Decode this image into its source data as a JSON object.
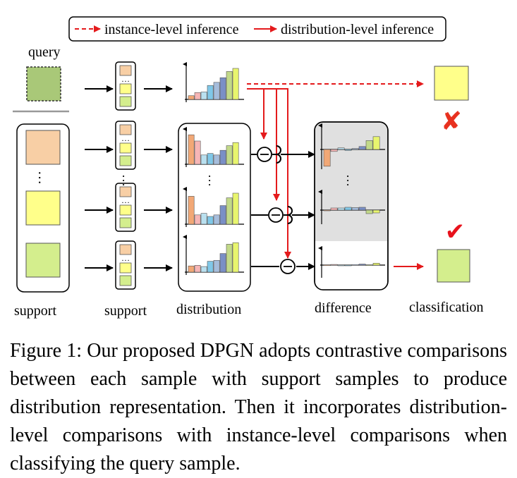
{
  "legend": {
    "instance": "instance-level inference",
    "distribution": "distribution-level inference"
  },
  "labels": {
    "query": "query",
    "support_left": "support",
    "support_mid": "support",
    "distribution": "distribution",
    "difference": "difference",
    "classification": "classification"
  },
  "colors": {
    "query": "#a9c878",
    "support_orange": "#f8cfa5",
    "support_yellow": "#ffff8a",
    "support_green": "#d4ee8d",
    "arrow_red": "#e41a1c",
    "cross": "#e8311f",
    "check": "#e8121c",
    "difference_bg": "#e0e0e0",
    "bars": [
      "#f2a876",
      "#f6b6b6",
      "#b9e0ef",
      "#80c8e8",
      "#a6bddb",
      "#7a8fc6",
      "#c2d989",
      "#e8f56e"
    ]
  },
  "histograms": {
    "query": [
      0.12,
      0.22,
      0.24,
      0.45,
      0.55,
      0.7,
      0.9,
      1.0
    ],
    "support_1": [
      0.95,
      0.75,
      0.3,
      0.35,
      0.3,
      0.45,
      0.6,
      0.7
    ],
    "support_2": [
      0.9,
      0.3,
      0.35,
      0.25,
      0.3,
      0.6,
      0.85,
      1.0
    ],
    "support_3": [
      0.2,
      0.22,
      0.18,
      0.35,
      0.38,
      0.6,
      0.9,
      0.95
    ],
    "diff_1": [
      -0.85,
      -0.1,
      0.08,
      -0.05,
      0.05,
      0.15,
      0.45,
      0.65
    ],
    "diff_2": [
      -0.05,
      0.15,
      0.15,
      0.2,
      0.18,
      0.2,
      -0.25,
      -0.2
    ],
    "diff_3": [
      0.02,
      0.05,
      -0.04,
      -0.05,
      0.04,
      0.08,
      0.02,
      0.15
    ]
  },
  "classification": {
    "wrong_symbol": "✘",
    "right_symbol": "✔"
  },
  "caption": {
    "label": "Figure 1:",
    "text": "Our proposed DPGN adopts contrastive comparisons between each sample with support samples to produce distribution representation. Then it incorporates distribution-level comparisons with instance-level comparisons when classifying the query sample."
  }
}
